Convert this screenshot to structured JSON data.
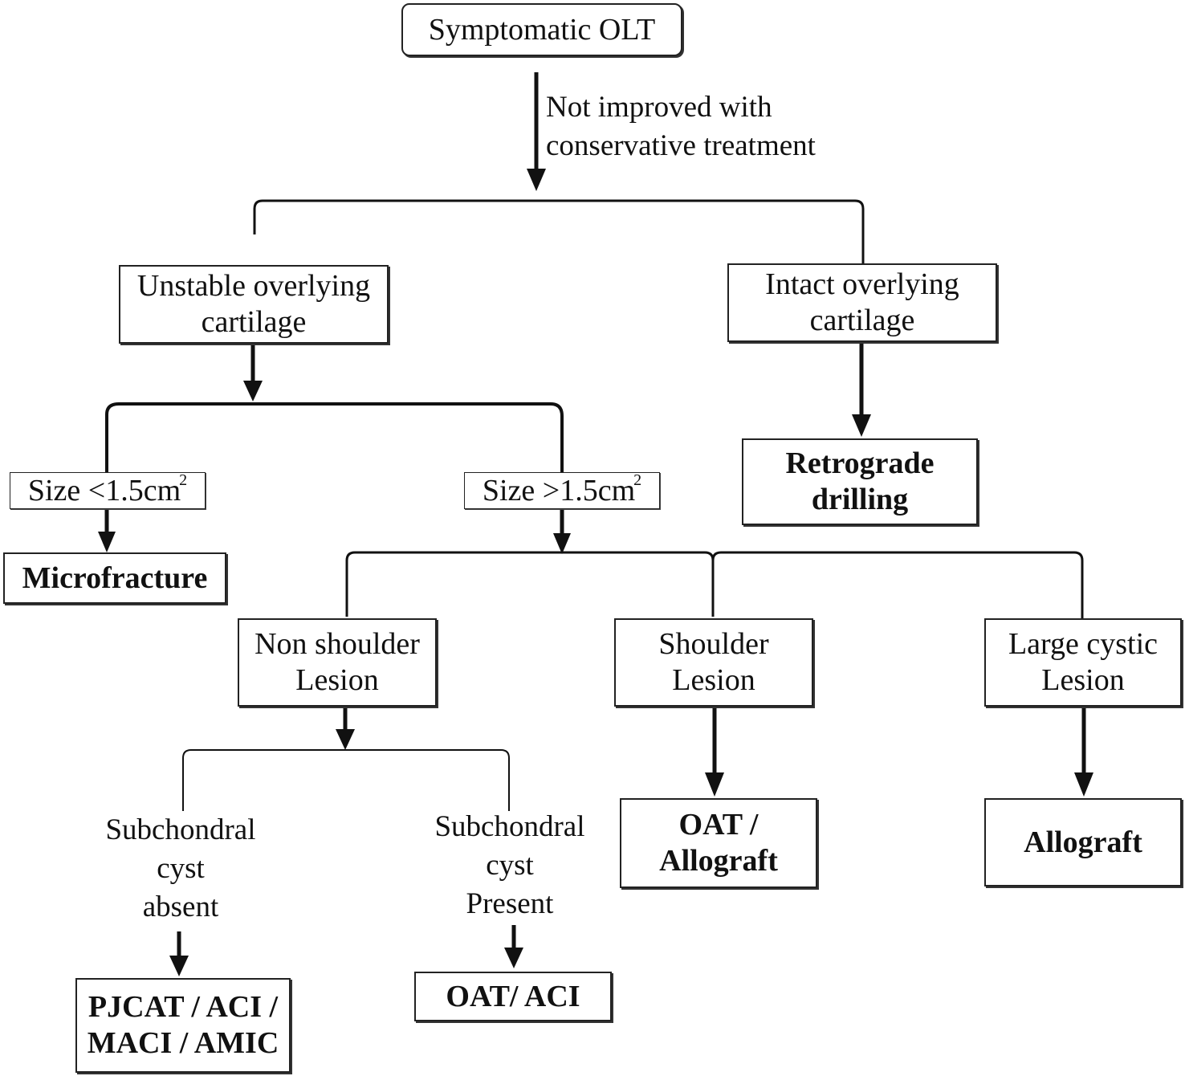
{
  "nodes": {
    "root": "Symptomatic OLT",
    "unstable": [
      "Unstable overlying",
      "cartilage"
    ],
    "intact": [
      "Intact overlying",
      "cartilage"
    ],
    "size_small": "Size <1.5cm",
    "size_large": "Size >1.5cm",
    "size_sup": "2",
    "microfracture": "Microfracture",
    "retrograde": [
      "Retrograde",
      "drilling"
    ],
    "non_shoulder": [
      "Non shoulder",
      "Lesion"
    ],
    "shoulder": [
      "Shoulder",
      "Lesion"
    ],
    "large_cystic": [
      "Large cystic",
      "Lesion"
    ],
    "pjcat": [
      "PJCAT / ACI /",
      "MACI / AMIC"
    ],
    "oat_aci": "OAT/ ACI",
    "oat_allograft": [
      "OAT /",
      "Allograft"
    ],
    "allograft": "Allograft"
  },
  "edge_labels": {
    "conservative": [
      "Not improved with",
      "conservative treatment"
    ],
    "cyst_absent": [
      "Subchondral",
      "cyst",
      "absent"
    ],
    "cyst_present": [
      "Subchondral",
      "cyst",
      "Present"
    ]
  },
  "colors": {
    "line": "#111111",
    "box_border": "#222222",
    "background": "#ffffff"
  }
}
